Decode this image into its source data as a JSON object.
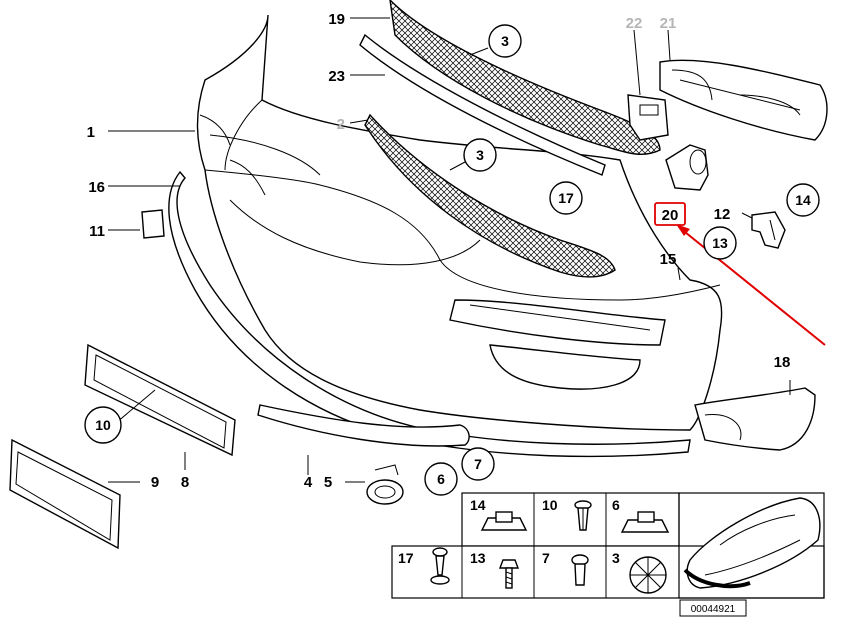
{
  "diagram_id": "00044921",
  "callouts": [
    {
      "id": "c1",
      "label": "1"
    },
    {
      "id": "c16",
      "label": "16"
    },
    {
      "id": "c11",
      "label": "11"
    },
    {
      "id": "c19",
      "label": "19"
    },
    {
      "id": "c23",
      "label": "23"
    },
    {
      "id": "c2",
      "label": "2",
      "muted": true
    },
    {
      "id": "c3a",
      "label": "3"
    },
    {
      "id": "c3b",
      "label": "3"
    },
    {
      "id": "c17",
      "label": "17"
    },
    {
      "id": "c22",
      "label": "22",
      "muted": true
    },
    {
      "id": "c21",
      "label": "21",
      "muted": true
    },
    {
      "id": "c20",
      "label": "20",
      "highlighted": true
    },
    {
      "id": "c12",
      "label": "12"
    },
    {
      "id": "c14",
      "label": "14"
    },
    {
      "id": "c13",
      "label": "13"
    },
    {
      "id": "c15",
      "label": "15"
    },
    {
      "id": "c18",
      "label": "18"
    },
    {
      "id": "c10",
      "label": "10"
    },
    {
      "id": "c9",
      "label": "9"
    },
    {
      "id": "c8",
      "label": "8"
    },
    {
      "id": "c4",
      "label": "4"
    },
    {
      "id": "c5",
      "label": "5"
    },
    {
      "id": "c6",
      "label": "6"
    },
    {
      "id": "c7",
      "label": "7"
    }
  ],
  "fastener_table": {
    "row1": [
      "14",
      "10",
      "6"
    ],
    "row2": [
      "17",
      "13",
      "7",
      "3"
    ]
  },
  "colors": {
    "highlight": "#e00000",
    "muted_label": "#b5b5b5",
    "line": "#000000"
  }
}
